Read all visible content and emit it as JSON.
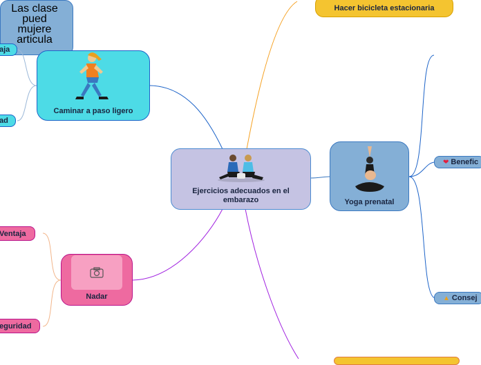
{
  "central": {
    "label": "Ejercicios adecuados en el embarazo"
  },
  "nodes": {
    "caminar": "Caminar a paso ligero",
    "yoga": "Yoga prenatal",
    "nadar": "Nadar",
    "bici": "Hacer bicicleta estacionaria"
  },
  "leaves": {
    "caminar_ventaja": "aja",
    "caminar_seguridad": "ad",
    "nadar_ventaja": "Ventaja",
    "nadar_seguridad": "eguridad",
    "yoga_clases": [
      "Las clase",
      "pued",
      "mujere",
      "articula"
    ],
    "yoga_beneficios": "Benefic",
    "yoga_consejos": "Consej"
  },
  "icons": {
    "beneficios": "heart-icon",
    "consejos": "thumbs-up-icon",
    "nadar_image": "camera-icon"
  },
  "colors": {
    "central": "#c5c3e3",
    "caminar": "#4ddbe6",
    "yoga": "#84afd6",
    "nadar": "#ee6aa0",
    "bici": "#f4c430",
    "link_blue": "#1c63c8",
    "link_orange": "#f5a020",
    "link_purple": "#a020e0"
  }
}
